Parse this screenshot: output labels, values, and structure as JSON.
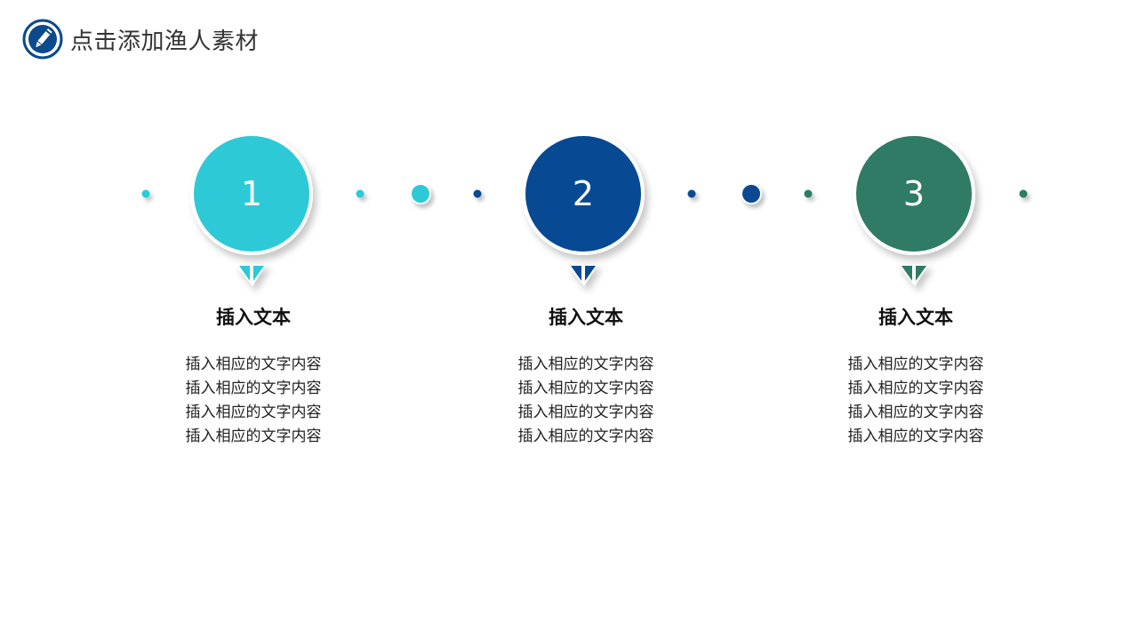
{
  "header": {
    "title": "点击添加渔人素材",
    "icon": "pencil-icon",
    "color": "#0b4a8b"
  },
  "steps": [
    {
      "number": "1",
      "color": "#2ec9d6",
      "title": "插入文本",
      "lines": [
        "插入相应的文字内容",
        "插入相应的文字内容",
        "插入相应的文字内容",
        "插入相应的文字内容"
      ]
    },
    {
      "number": "2",
      "color": "#074a93",
      "title": "插入文本",
      "lines": [
        "插入相应的文字内容",
        "插入相应的文字内容",
        "插入相应的文字内容",
        "插入相应的文字内容"
      ]
    },
    {
      "number": "3",
      "color": "#2f7b66",
      "title": "插入文本",
      "lines": [
        "插入相应的文字内容",
        "插入相应的文字内容",
        "插入相应的文字内容",
        "插入相应的文字内容"
      ]
    }
  ],
  "colors": {
    "line": "#e2e2e2"
  }
}
